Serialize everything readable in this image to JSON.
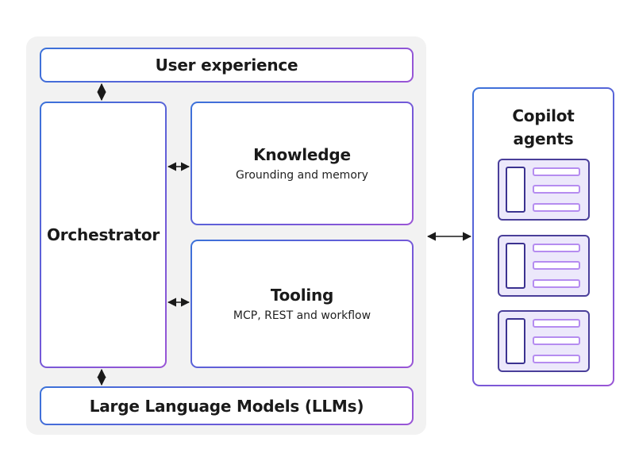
{
  "diagram": {
    "user_experience": {
      "title": "User experience"
    },
    "orchestrator": {
      "title": "Orchestrator"
    },
    "knowledge": {
      "title": "Knowledge",
      "subtitle": "Grounding and memory"
    },
    "tooling": {
      "title": "Tooling",
      "subtitle": "MCP, REST and workflow"
    },
    "llms": {
      "title": "Large Language Models (LLMs)"
    },
    "copilot_agents": {
      "title": "Copilot\nagents",
      "agent_cards": 3
    }
  },
  "colors": {
    "panel_background": "#f2f2f2",
    "border_gradient_start": "#3b72d9",
    "border_gradient_end": "#9a55d6",
    "card_border": "#4a3f9a",
    "card_line": "#b58cf0",
    "arrow": "#1a1a1a"
  }
}
